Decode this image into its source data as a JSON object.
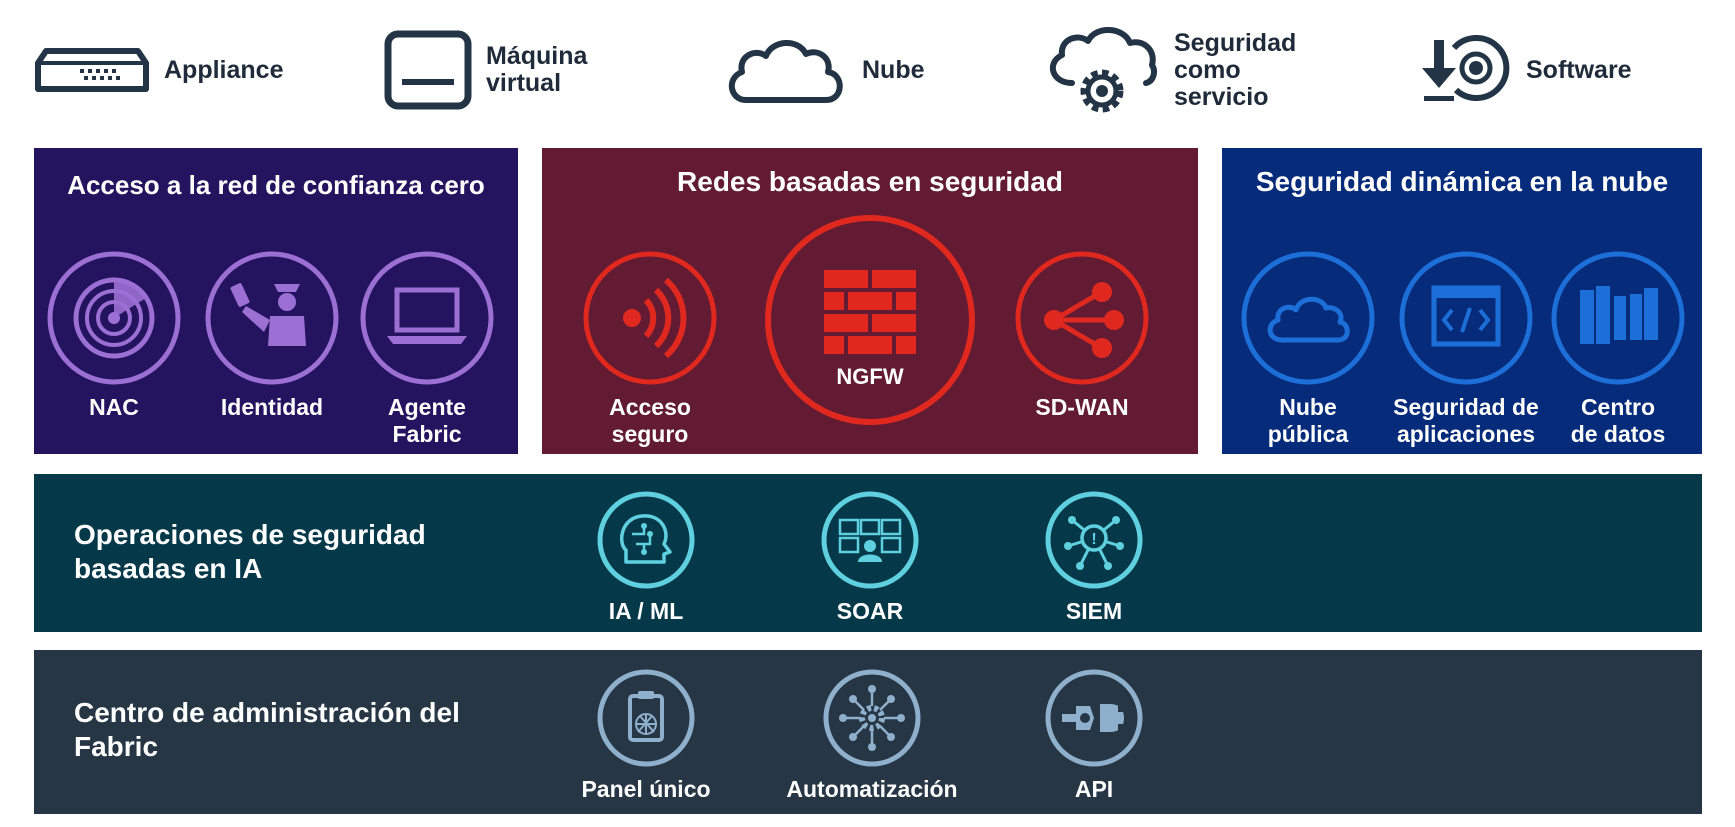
{
  "deployment": [
    {
      "label": "Appliance",
      "icon": "appliance-icon"
    },
    {
      "label": "Máquina\nvirtual",
      "icon": "virtual-machine-icon"
    },
    {
      "label": "Nube",
      "icon": "cloud-icon"
    },
    {
      "label": "Seguridad\ncomo\nservicio",
      "icon": "cloud-gear-icon"
    },
    {
      "label": "Software",
      "icon": "software-download-icon"
    }
  ],
  "zero_trust": {
    "title": "Acceso a la red de confianza cero",
    "color": "#24135e",
    "accent": "#9b6fd4",
    "items": [
      {
        "label": "NAC",
        "icon": "radar-icon"
      },
      {
        "label": "Identidad",
        "icon": "guard-icon"
      },
      {
        "label": "Agente\nFabric",
        "icon": "laptop-icon"
      }
    ]
  },
  "security_networking": {
    "title": "Redes basadas en seguridad",
    "color": "#621b33",
    "accent": "#e0281e",
    "items": [
      {
        "label": "Acceso\nseguro",
        "icon": "wireless-icon"
      },
      {
        "label": "NGFW",
        "icon": "firewall-icon"
      },
      {
        "label": "SD-WAN",
        "icon": "sdwan-icon"
      }
    ]
  },
  "cloud_security": {
    "title": "Seguridad dinámica en la nube",
    "color": "#062b7a",
    "accent": "#1c6fd8",
    "items": [
      {
        "label": "Nube\npública",
        "icon": "cloud-icon"
      },
      {
        "label": "Seguridad de\naplicaciones",
        "icon": "code-window-icon"
      },
      {
        "label": "Centro\nde datos",
        "icon": "datacenter-icon"
      }
    ]
  },
  "ai_ops": {
    "title": "Operaciones de seguridad\nbasadas en IA",
    "color": "#05394a",
    "accent": "#5fd0e0",
    "items": [
      {
        "label": "IA / ML",
        "icon": "ai-head-icon"
      },
      {
        "label": "SOAR",
        "icon": "soar-icon"
      },
      {
        "label": "SIEM",
        "icon": "siem-icon"
      }
    ]
  },
  "management": {
    "title": "Centro de administración del\nFabric",
    "color": "#263645",
    "accent": "#8fb0cc",
    "items": [
      {
        "label": "Panel único",
        "icon": "panel-icon"
      },
      {
        "label": "Automatización",
        "icon": "automation-icon"
      },
      {
        "label": "API",
        "icon": "api-plug-icon"
      }
    ]
  }
}
